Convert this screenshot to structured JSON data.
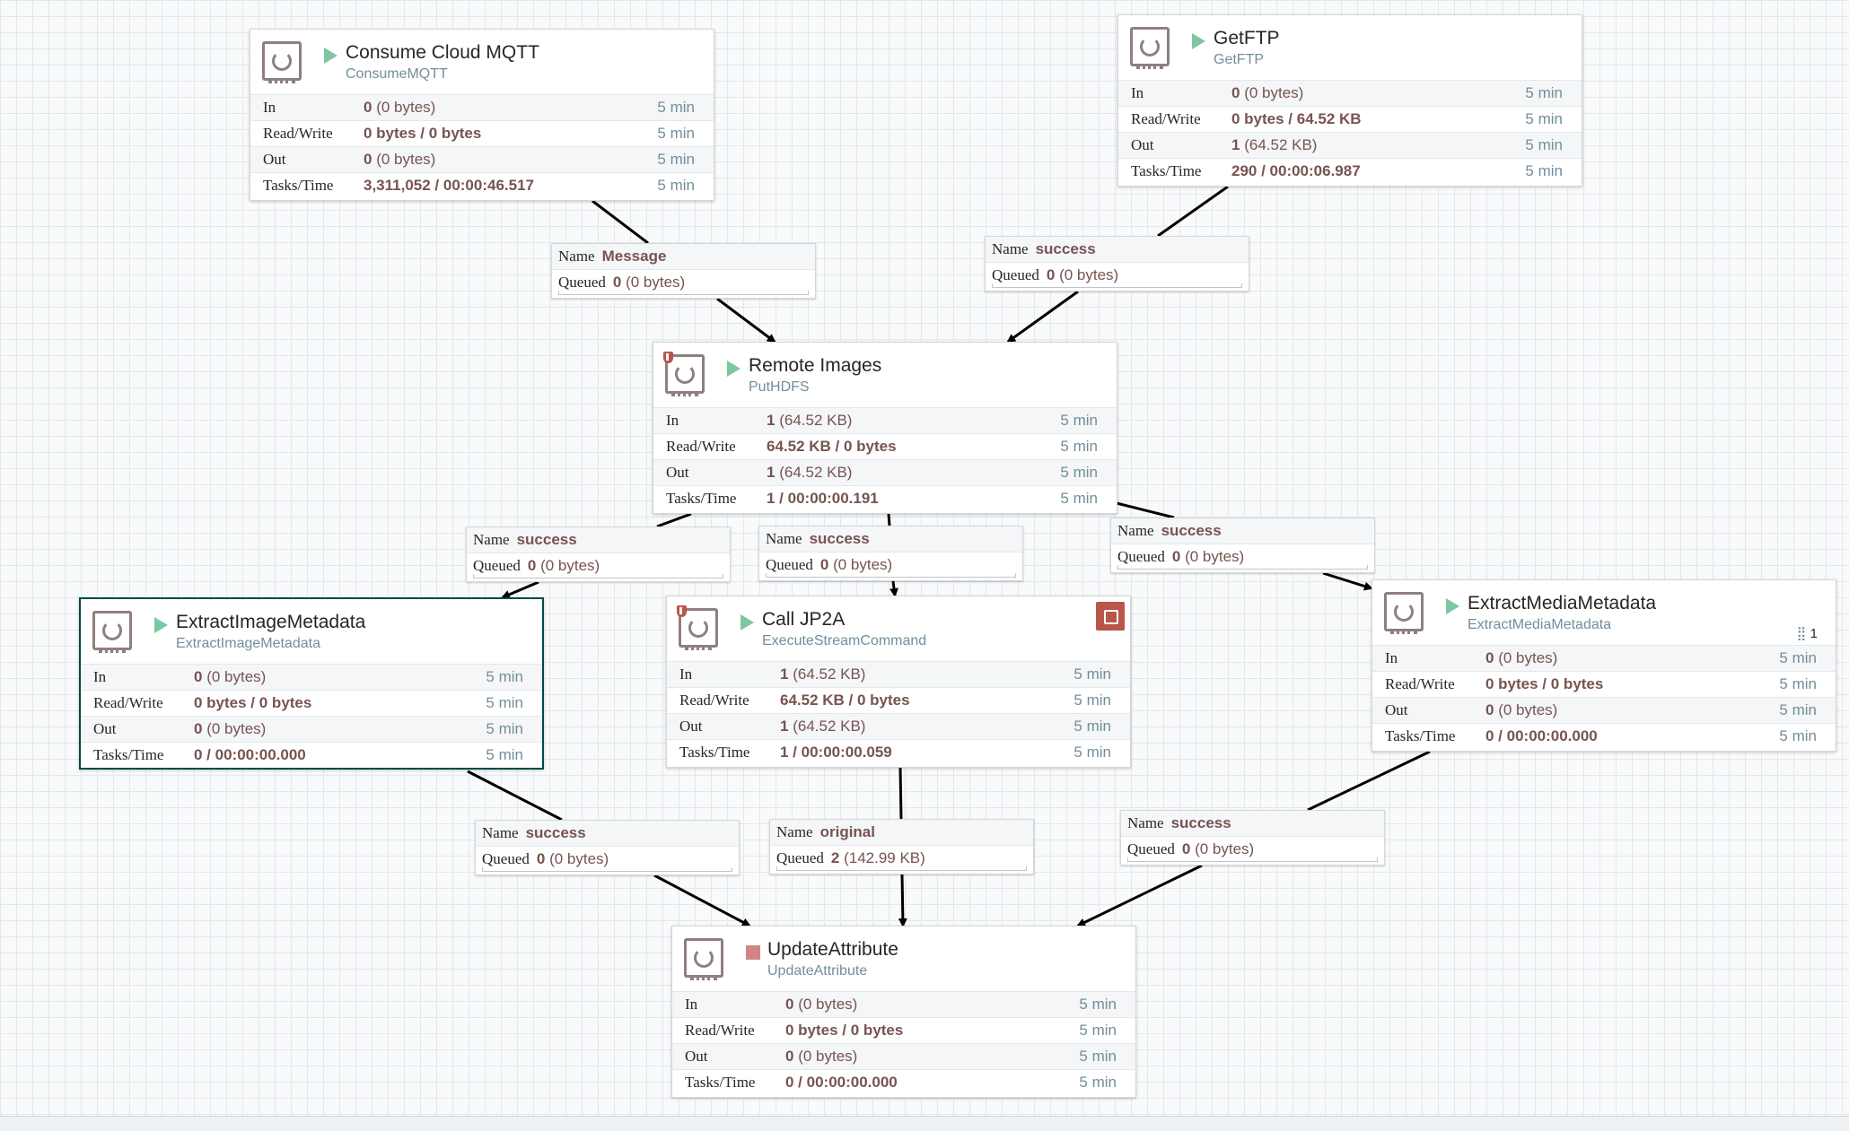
{
  "theme": {
    "running_color": "#7dc7a0",
    "stopped_color": "#d18686",
    "value_color": "#775351",
    "type_color": "#728e9b",
    "selected_border": "#004849",
    "alert_color": "#ba554a"
  },
  "processors": [
    {
      "name": "Consume Cloud MQTT",
      "type": "ConsumeMQTT",
      "state": "running",
      "has_invalid_icon": false,
      "selected": false,
      "stats": [
        {
          "label": "In",
          "value": "0",
          "sub": "(0 bytes)",
          "time": "5 min"
        },
        {
          "label": "Read/Write",
          "value": "0 bytes / 0 bytes",
          "sub": "",
          "time": "5 min"
        },
        {
          "label": "Out",
          "value": "0",
          "sub": "(0 bytes)",
          "time": "5 min"
        },
        {
          "label": "Tasks/Time",
          "value": "3,311,052 / 00:00:46.517",
          "sub": "",
          "time": "5 min"
        }
      ]
    },
    {
      "name": "GetFTP",
      "type": "GetFTP",
      "state": "running",
      "has_invalid_icon": false,
      "selected": false,
      "stats": [
        {
          "label": "In",
          "value": "0",
          "sub": "(0 bytes)",
          "time": "5 min"
        },
        {
          "label": "Read/Write",
          "value": "0 bytes / 64.52 KB",
          "sub": "",
          "time": "5 min"
        },
        {
          "label": "Out",
          "value": "1",
          "sub": "(64.52 KB)",
          "time": "5 min"
        },
        {
          "label": "Tasks/Time",
          "value": "290 / 00:00:06.987",
          "sub": "",
          "time": "5 min"
        }
      ]
    },
    {
      "name": "Remote Images",
      "type": "PutHDFS",
      "state": "running",
      "has_invalid_icon": true,
      "selected": false,
      "stats": [
        {
          "label": "In",
          "value": "1",
          "sub": "(64.52 KB)",
          "time": "5 min"
        },
        {
          "label": "Read/Write",
          "value": "64.52 KB / 0 bytes",
          "sub": "",
          "time": "5 min"
        },
        {
          "label": "Out",
          "value": "1",
          "sub": "(64.52 KB)",
          "time": "5 min"
        },
        {
          "label": "Tasks/Time",
          "value": "1 / 00:00:00.191",
          "sub": "",
          "time": "5 min"
        }
      ]
    },
    {
      "name": "ExtractImageMetadata",
      "type": "ExtractImageMetadata",
      "state": "running",
      "has_invalid_icon": false,
      "selected": true,
      "stats": [
        {
          "label": "In",
          "value": "0",
          "sub": "(0 bytes)",
          "time": "5 min"
        },
        {
          "label": "Read/Write",
          "value": "0 bytes / 0 bytes",
          "sub": "",
          "time": "5 min"
        },
        {
          "label": "Out",
          "value": "0",
          "sub": "(0 bytes)",
          "time": "5 min"
        },
        {
          "label": "Tasks/Time",
          "value": "0 / 00:00:00.000",
          "sub": "",
          "time": "5 min"
        }
      ]
    },
    {
      "name": "Call JP2A",
      "type": "ExecuteStreamCommand",
      "state": "running",
      "has_invalid_icon": true,
      "selected": false,
      "has_bulletin": true,
      "stats": [
        {
          "label": "In",
          "value": "1",
          "sub": "(64.52 KB)",
          "time": "5 min"
        },
        {
          "label": "Read/Write",
          "value": "64.52 KB / 0 bytes",
          "sub": "",
          "time": "5 min"
        },
        {
          "label": "Out",
          "value": "1",
          "sub": "(64.52 KB)",
          "time": "5 min"
        },
        {
          "label": "Tasks/Time",
          "value": "1 / 00:00:00.059",
          "sub": "",
          "time": "5 min"
        }
      ]
    },
    {
      "name": "ExtractMediaMetadata",
      "type": "ExtractMediaMetadata",
      "state": "running",
      "has_invalid_icon": false,
      "selected": false,
      "active_tasks": "1",
      "stats": [
        {
          "label": "In",
          "value": "0",
          "sub": "(0 bytes)",
          "time": "5 min"
        },
        {
          "label": "Read/Write",
          "value": "0 bytes / 0 bytes",
          "sub": "",
          "time": "5 min"
        },
        {
          "label": "Out",
          "value": "0",
          "sub": "(0 bytes)",
          "time": "5 min"
        },
        {
          "label": "Tasks/Time",
          "value": "0 / 00:00:00.000",
          "sub": "",
          "time": "5 min"
        }
      ]
    },
    {
      "name": "UpdateAttribute",
      "type": "UpdateAttribute",
      "state": "stopped",
      "has_invalid_icon": false,
      "selected": false,
      "stats": [
        {
          "label": "In",
          "value": "0",
          "sub": "(0 bytes)",
          "time": "5 min"
        },
        {
          "label": "Read/Write",
          "value": "0 bytes / 0 bytes",
          "sub": "",
          "time": "5 min"
        },
        {
          "label": "Out",
          "value": "0",
          "sub": "(0 bytes)",
          "time": "5 min"
        },
        {
          "label": "Tasks/Time",
          "value": "0 / 00:00:00.000",
          "sub": "",
          "time": "5 min"
        }
      ]
    }
  ],
  "connections": [
    {
      "name_label": "Name",
      "name": "Message",
      "queued_label": "Queued",
      "queued": "0",
      "queued_sub": "(0 bytes)"
    },
    {
      "name_label": "Name",
      "name": "success",
      "queued_label": "Queued",
      "queued": "0",
      "queued_sub": "(0 bytes)"
    },
    {
      "name_label": "Name",
      "name": "success",
      "queued_label": "Queued",
      "queued": "0",
      "queued_sub": "(0 bytes)"
    },
    {
      "name_label": "Name",
      "name": "success",
      "queued_label": "Queued",
      "queued": "0",
      "queued_sub": "(0 bytes)"
    },
    {
      "name_label": "Name",
      "name": "success",
      "queued_label": "Queued",
      "queued": "0",
      "queued_sub": "(0 bytes)"
    },
    {
      "name_label": "Name",
      "name": "success",
      "queued_label": "Queued",
      "queued": "0",
      "queued_sub": "(0 bytes)"
    },
    {
      "name_label": "Name",
      "name": "original",
      "queued_label": "Queued",
      "queued": "2",
      "queued_sub": "(142.99 KB)"
    },
    {
      "name_label": "Name",
      "name": "success",
      "queued_label": "Queued",
      "queued": "0",
      "queued_sub": "(0 bytes)"
    }
  ]
}
